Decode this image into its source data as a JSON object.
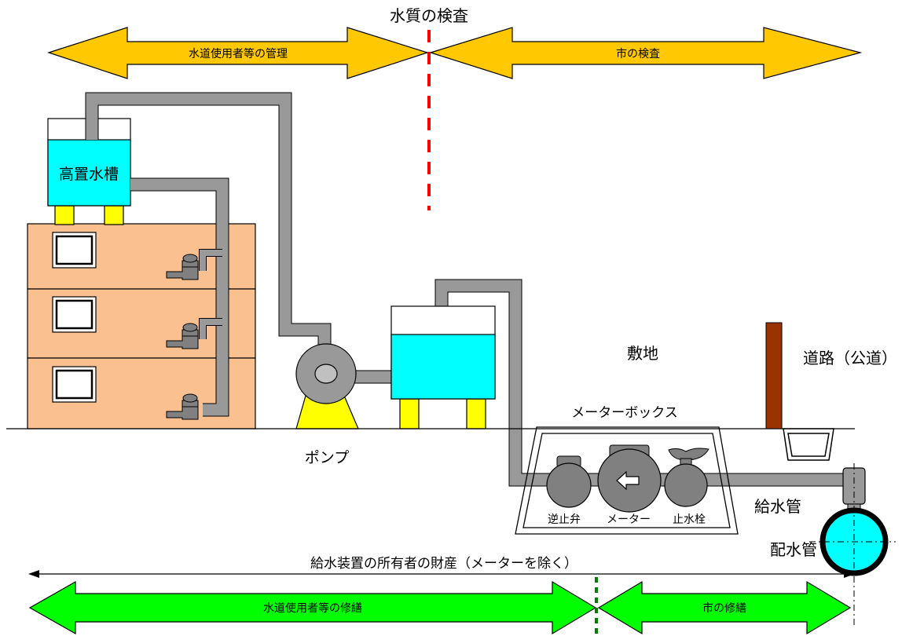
{
  "inspection": {
    "top_label": "水質の検査",
    "left_label": "水道使用者等の管理",
    "right_label": "市の検査"
  },
  "tank": {
    "label": "高置水槽"
  },
  "pump": {
    "label": "ポンプ"
  },
  "premises": {
    "label": "敷地"
  },
  "road": {
    "label": "道路（公道）"
  },
  "meter_box": {
    "label": "メーターボックス",
    "check_valve": "逆止弁",
    "meter": "メーター",
    "stop_valve": "止水栓"
  },
  "service_pipe": {
    "label": "給水管"
  },
  "distribution_pipe": {
    "label": "配水管"
  },
  "ownership": {
    "label": "給水装置の所有者の財産（メーターを除く）"
  },
  "repair": {
    "left_label": "水道使用者等の修繕",
    "right_label": "市の修繕"
  },
  "colors": {
    "inspection_arrow": "#ffc800",
    "repair_arrow": "#00ff00",
    "water": "#00ffff",
    "pipe": "#999999",
    "building": "#fac090",
    "support": "#ffff00",
    "road_post": "#993300",
    "divider_red": "#ff0000",
    "divider_green": "#008000"
  }
}
